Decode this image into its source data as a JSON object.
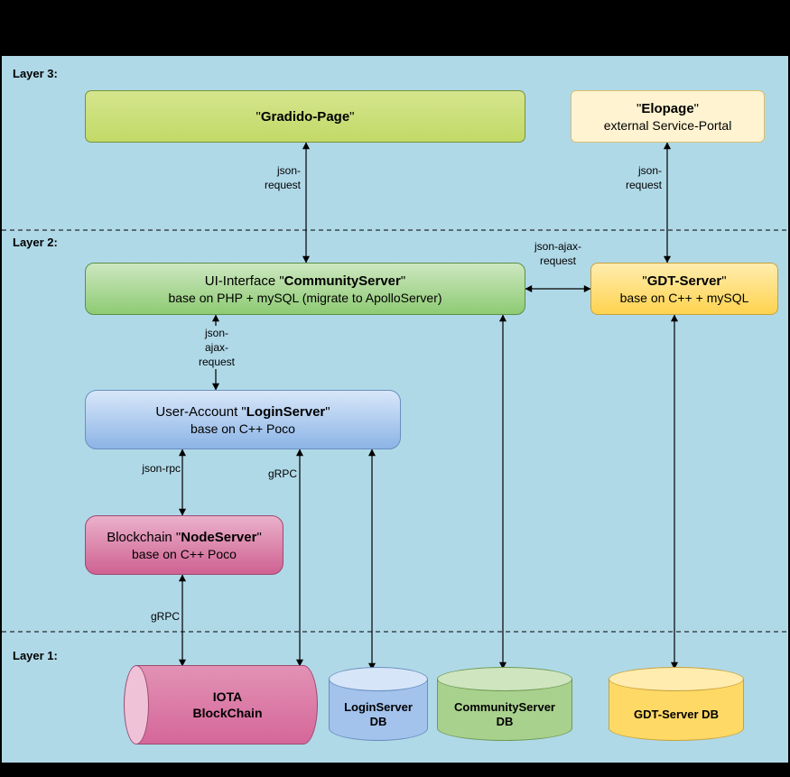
{
  "layer_labels": {
    "layer3": "Layer 3:",
    "layer2": "Layer 2:",
    "layer1": "Layer 1:"
  },
  "nodes": {
    "gradido": {
      "pre": "\"",
      "bold": "Gradido-Page",
      "suf": "\""
    },
    "elopage": {
      "pre": "\"",
      "bold": "Elopage",
      "suf": "\"",
      "sub": "external Service-Portal"
    },
    "community": {
      "pre": "UI-Interface \"",
      "bold": "CommunityServer",
      "suf": "\"",
      "sub": "base on PHP + mySQL (migrate to ApolloServer)"
    },
    "gdt": {
      "pre": "\"",
      "bold": "GDT-Server",
      "suf": "\"",
      "sub": "base on C++ + mySQL"
    },
    "login": {
      "pre": "User-Account \"",
      "bold": "LoginServer",
      "suf": "\"",
      "sub": "base on C++ Poco"
    },
    "nodesrv": {
      "pre": "Blockchain \"",
      "bold": "NodeServer",
      "suf": "\"",
      "sub": "base on C++ Poco"
    },
    "iota": {
      "label": "IOTA BlockChain"
    },
    "login_db": {
      "label": "LoginServer DB"
    },
    "community_db": {
      "label": "CommunityServer DB"
    },
    "gdt_db": {
      "label": "GDT-Server DB"
    }
  },
  "edge_labels": {
    "json_request_left": "json-request",
    "json_request_right": "json-request",
    "json_ajax_horizontal": "json-ajax-request",
    "json_ajax_vertical": "json-ajax-request",
    "json_rpc": "json-rpc",
    "grpc_login": "gRPC",
    "grpc_node": "gRPC"
  },
  "colors": {
    "canvas": "#b0d9e8",
    "edge": "#000000",
    "gradido_fill": "#c9dd78",
    "elopage_fill": "#fff3d1",
    "community_fill": "#8ecb74",
    "gdt_fill": "#ffd34f",
    "login_fill": "#8cb4e6",
    "nodeserver_fill": "#cf6192",
    "iota_fill": "#d5679a",
    "login_db_fill": "#a3c2ec",
    "community_db_fill": "#a9d18e",
    "gdt_db_fill": "#ffd966"
  }
}
